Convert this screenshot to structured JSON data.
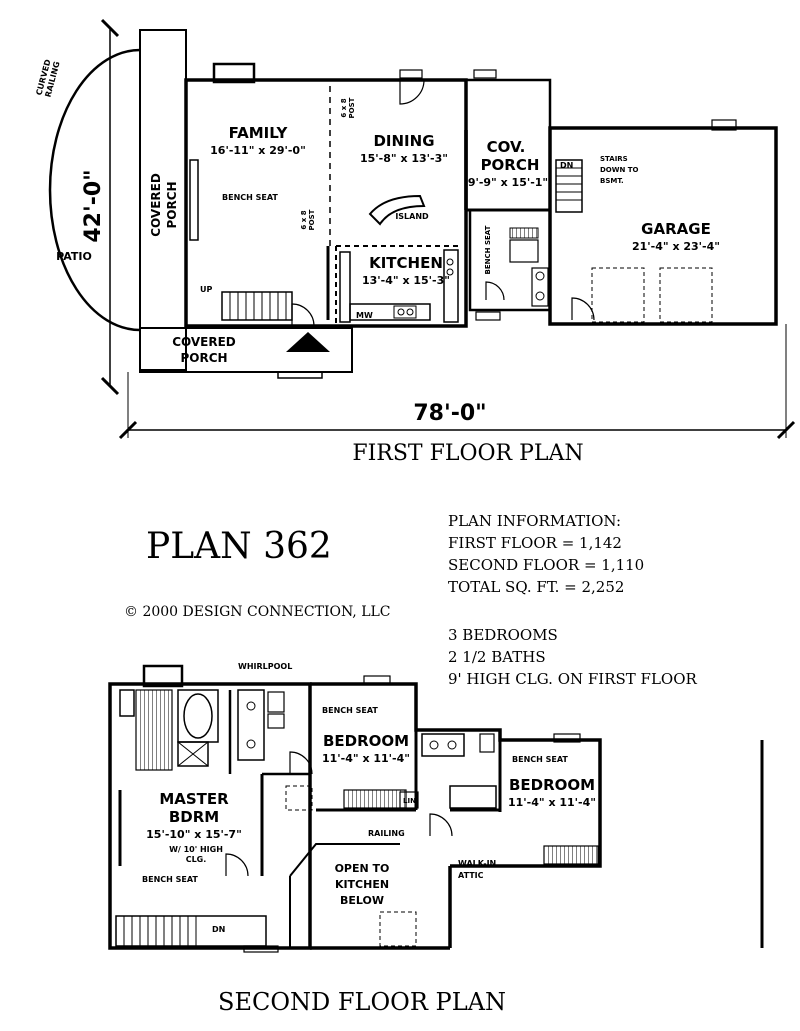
{
  "first_floor": {
    "title": "FIRST FLOOR PLAN",
    "overall_width": "78'-0\"",
    "overall_depth": "42'-0\"",
    "rooms": {
      "family": {
        "name": "FAMILY",
        "size": "16'-11\" x 29'-0\""
      },
      "dining": {
        "name": "DINING",
        "size": "15'-8\" x 13'-3\""
      },
      "cov_porch": {
        "name": "COV.",
        "name2": "PORCH",
        "size": "9'-9\" x 15'-1\""
      },
      "garage": {
        "name": "GARAGE",
        "size": "21'-4\" x 23'-4\""
      },
      "kitchen": {
        "name": "KITCHEN",
        "size": "13'-4\" x 15'-3\""
      },
      "covered_porch_side": {
        "name": "COVERED",
        "name2": "PORCH"
      },
      "covered_porch_front": {
        "name": "COVERED",
        "name2": "PORCH"
      }
    },
    "notes": {
      "curved_railing_1": "CURVED",
      "curved_railing_2": "RAILING",
      "patio": "PATIO",
      "bench_seat": "BENCH SEAT",
      "post_a_1": "6 x 8",
      "post_a_2": "POST",
      "post_b_1": "6 x 8",
      "post_b_2": "POST",
      "island": "ISLAND",
      "bench_seat_vert": "BENCH SEAT",
      "stairs_1": "STAIRS",
      "stairs_2": "DOWN TO",
      "stairs_3": "BSMT.",
      "dn": "DN",
      "up": "UP",
      "mw": "MW"
    }
  },
  "plan": {
    "number": "PLAN 362",
    "copyright": "© 2000 DESIGN CONNECTION, LLC",
    "info_title": "PLAN INFORMATION:",
    "first_floor": "FIRST FLOOR = 1,142",
    "second_floor": "SECOND FLOOR = 1,110",
    "total": "TOTAL SQ. FT. = 2,252",
    "bedrooms": "3 BEDROOMS",
    "baths": "2 1/2 BATHS",
    "ceiling": "9' HIGH CLG. ON FIRST FLOOR"
  },
  "second_floor": {
    "title": "SECOND FLOOR PLAN",
    "rooms": {
      "master": {
        "name": "MASTER",
        "name2": "BDRM",
        "size": "15'-10\" x 15'-7\"",
        "note1": "W/ 10' HIGH",
        "note2": "CLG."
      },
      "bedroom_1": {
        "name": "BEDROOM",
        "size": "11'-4\" x 11'-4\""
      },
      "bedroom_2": {
        "name": "BEDROOM",
        "size": "11'-4\" x 11'-4\""
      },
      "open": {
        "line1": "OPEN TO",
        "line2": "KITCHEN",
        "line3": "BELOW"
      }
    },
    "notes": {
      "whirlpool": "WHIRLPOOL",
      "bench_seat_1": "BENCH SEAT",
      "bench_seat_2": "BENCH SEAT",
      "bench_seat_3": "BENCH SEAT",
      "railing": "RAILING",
      "walkin_1": "WALK-IN",
      "walkin_2": "ATTIC",
      "lin": "LIN",
      "dn": "DN"
    }
  }
}
